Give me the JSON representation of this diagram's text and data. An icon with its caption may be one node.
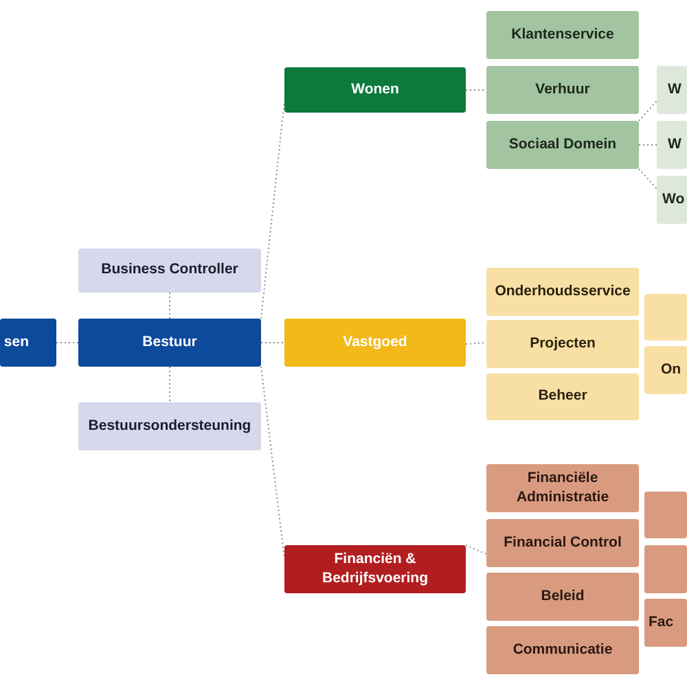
{
  "diagram": {
    "nodes": [
      {
        "text": [
          "sen"
        ]
      },
      {
        "text": [
          "Business Controller"
        ]
      },
      {
        "text": [
          "Bestuur"
        ]
      },
      {
        "text": [
          "Bestuursondersteuning"
        ]
      },
      {
        "text": [
          "Wonen"
        ]
      },
      {
        "text": [
          "Vastgoed"
        ]
      },
      {
        "text": [
          "Financiën & Bedrijfsvoering"
        ]
      },
      {
        "text": [
          "Klantenservice"
        ]
      },
      {
        "text": [
          "Verhuur"
        ]
      },
      {
        "text": [
          "Sociaal Domein"
        ]
      },
      {
        "text": [
          "Onderhoudsservice"
        ]
      },
      {
        "text": [
          "Projecten"
        ]
      },
      {
        "text": [
          "Beheer"
        ]
      },
      {
        "text": [
          "Financiële Administratie"
        ]
      },
      {
        "text": [
          "Financial Control"
        ]
      },
      {
        "text": [
          "Beleid"
        ]
      },
      {
        "text": [
          "Communicatie"
        ]
      },
      {
        "text": [
          "W"
        ]
      },
      {
        "text": [
          "W"
        ]
      },
      {
        "text": [
          "Wo"
        ]
      },
      {
        "text": [],
        "shape": "box"
      },
      {
        "text": [
          "On"
        ]
      },
      {
        "text": [],
        "shape": "box"
      },
      {
        "text": [],
        "shape": "box"
      },
      {
        "text": [
          "Fac"
        ]
      }
    ],
    "edges": [
      {
        "from": 0,
        "to": 2,
        "arrow": "none",
        "style": "dashed"
      },
      {
        "from": 2,
        "to": 1,
        "arrow": "none",
        "style": "dashed"
      },
      {
        "from": 2,
        "to": 3,
        "arrow": "none",
        "style": "dashed"
      },
      {
        "from": 2,
        "to": 4,
        "arrow": "none",
        "style": "dashed"
      },
      {
        "from": 2,
        "to": 5,
        "arrow": "none",
        "style": "dashed"
      },
      {
        "from": 2,
        "to": 6,
        "arrow": "none",
        "style": "dashed"
      },
      {
        "from": 4,
        "to": 8,
        "arrow": "none",
        "style": "dashed"
      },
      {
        "from": 5,
        "to": 11,
        "arrow": "none",
        "style": "dashed"
      },
      {
        "from": 6,
        "to": 14,
        "arrow": "none",
        "style": "dashed"
      },
      {
        "from": 9,
        "to": 17,
        "arrow": "none",
        "style": "dashed"
      },
      {
        "from": 9,
        "to": 18,
        "arrow": "none",
        "style": "dashed"
      },
      {
        "from": 9,
        "to": 19,
        "arrow": "none",
        "style": "dashed"
      }
    ]
  }
}
